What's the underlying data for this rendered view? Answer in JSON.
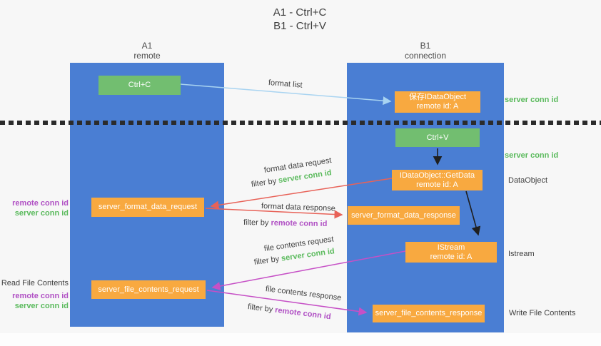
{
  "title": {
    "line1": "A1 - Ctrl+C",
    "line2": "B1 - Ctrl+V"
  },
  "lifelines": {
    "a": {
      "title": "A1",
      "subtitle": "remote"
    },
    "b": {
      "title": "B1",
      "subtitle": "connection"
    }
  },
  "nodes": {
    "ctrl_c": {
      "label": "Ctrl+C"
    },
    "ctrl_v": {
      "label": "Ctrl+V"
    },
    "save_dataobject": {
      "line1": "保存IDataObject",
      "line2": "remote id: A"
    },
    "getdata": {
      "line1": "IDataObject::GetData",
      "line2": "remote id: A"
    },
    "istream": {
      "line1": "IStream",
      "line2": "remote id: A"
    },
    "server_format_data_request": {
      "label": "server_format_data_request"
    },
    "server_format_data_response": {
      "label": "server_format_data_response"
    },
    "server_file_contents_request": {
      "label": "server_file_contents_request"
    },
    "server_file_contents_response": {
      "label": "server_file_contents_response"
    }
  },
  "flows": {
    "format_list": {
      "label": "format list"
    },
    "format_data_request": {
      "label": "format data request",
      "filter_prefix": "filter by ",
      "filter_key": "server conn id"
    },
    "format_data_response": {
      "label": "format data response",
      "filter_prefix": "filter by ",
      "filter_key": "remote conn id"
    },
    "file_contents_request": {
      "label": "file contents request",
      "filter_prefix": "filter by ",
      "filter_key": "server conn id"
    },
    "file_contents_response": {
      "label": "file contents response",
      "filter_prefix": "filter by ",
      "filter_key": "remote conn id"
    }
  },
  "side_labels": {
    "right_server_conn_id_1": "server conn id",
    "right_server_conn_id_2": "server conn id",
    "right_dataobject": "DataObject",
    "right_istream": "Istream",
    "right_write_file_contents": "Write File Contents",
    "left_remote_conn_id_1": "remote conn id",
    "left_server_conn_id_1": "server conn id",
    "left_read_file_contents": "Read File Contents",
    "left_remote_conn_id_2": "remote conn id",
    "left_server_conn_id_2": "server conn id"
  },
  "colors": {
    "background": "#f7f7f7",
    "column_blue": "#4a7ed3",
    "box_green": "#72be70",
    "box_orange": "#f8a940",
    "arrow_lightblue": "#a9d4f1",
    "arrow_red": "#e86258",
    "arrow_magenta": "#c650c6",
    "arrow_black": "#1f1f1f",
    "text_green": "#5aba5c",
    "text_purple": "#b050c4",
    "text_dark": "#3f3f3f"
  }
}
